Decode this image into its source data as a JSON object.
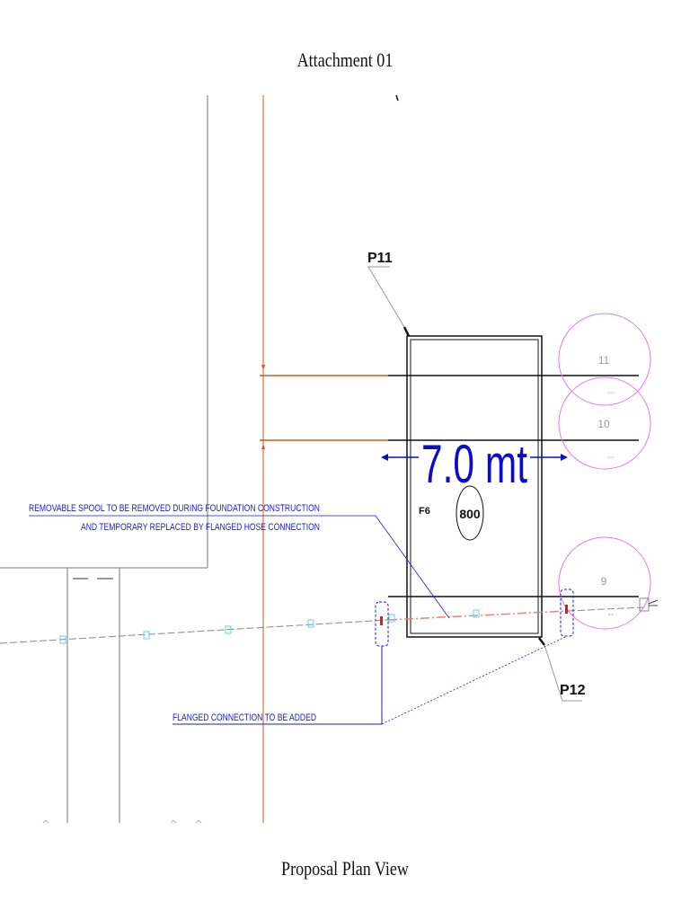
{
  "title": "Attachment 01",
  "caption": "Proposal Plan View",
  "drawing": {
    "labels": {
      "p11": "P11",
      "p12": "P12",
      "f6": "F6",
      "pile_size": "800",
      "dimension": "7.0 mt",
      "note_spool_line1": "REMOVABLE SPOOL TO BE REMOVED DURING FOUNDATION CONSTRUCTION",
      "note_spool_line2": "AND TEMPORARY REPLACED BY FLANGED HOSE CONNECTION",
      "note_flange": "FLANGED CONNECTION TO BE ADDED",
      "circle_11": "11",
      "circle_10": "10",
      "circle_9": "9",
      "dash": "--"
    },
    "colors": {
      "annotation_blue": "#1a1ad6",
      "dimension_blue": "#0a0ad0",
      "pipe_orange": "#e2501a",
      "circle_magenta": "#e27be2",
      "cyan_marker": "#5fd3e6",
      "red_marker": "#e01818"
    }
  }
}
